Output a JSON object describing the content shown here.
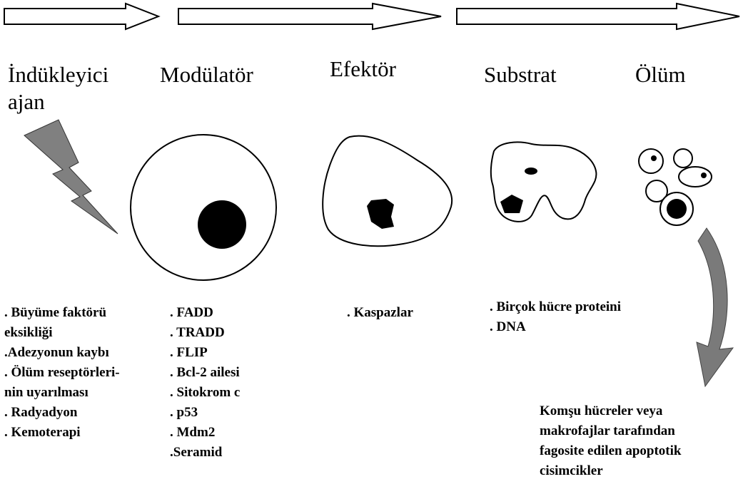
{
  "stages": {
    "inducer": [
      "İndükleyici",
      "ajan"
    ],
    "modulator": "Modülatör",
    "effector": "Efektör",
    "substrate": "Substrat",
    "death": "Ölüm"
  },
  "lists": {
    "inducer": [
      ". Büyüme faktörü",
      "eksikliği",
      ".Adezyonun kaybı",
      ". Ölüm reseptörleri-",
      "nin uyarılması",
      ". Radyadyon",
      ". Kemoterapi"
    ],
    "modulator": [
      ". FADD",
      ". TRADD",
      ". FLIP",
      ". Bcl-2 ailesi",
      ". Sitokrom c",
      ". p53",
      ". Mdm2",
      ".Seramid"
    ],
    "effector": [
      ". Kaspazlar"
    ],
    "substrate": [
      ". Birçok hücre proteini",
      ". DNA"
    ]
  },
  "caption": [
    "Komşu hücreler veya",
    "makrofajlar tarafından",
    "fagosite edilen apoptotik",
    "cisimcikler"
  ],
  "colors": {
    "stroke": "#000000",
    "bolt": "#808080",
    "fill": "#ffffff"
  },
  "icons": {
    "inducer": "lightning-bolt-icon",
    "phagocytosis": "curved-arrow-icon"
  }
}
